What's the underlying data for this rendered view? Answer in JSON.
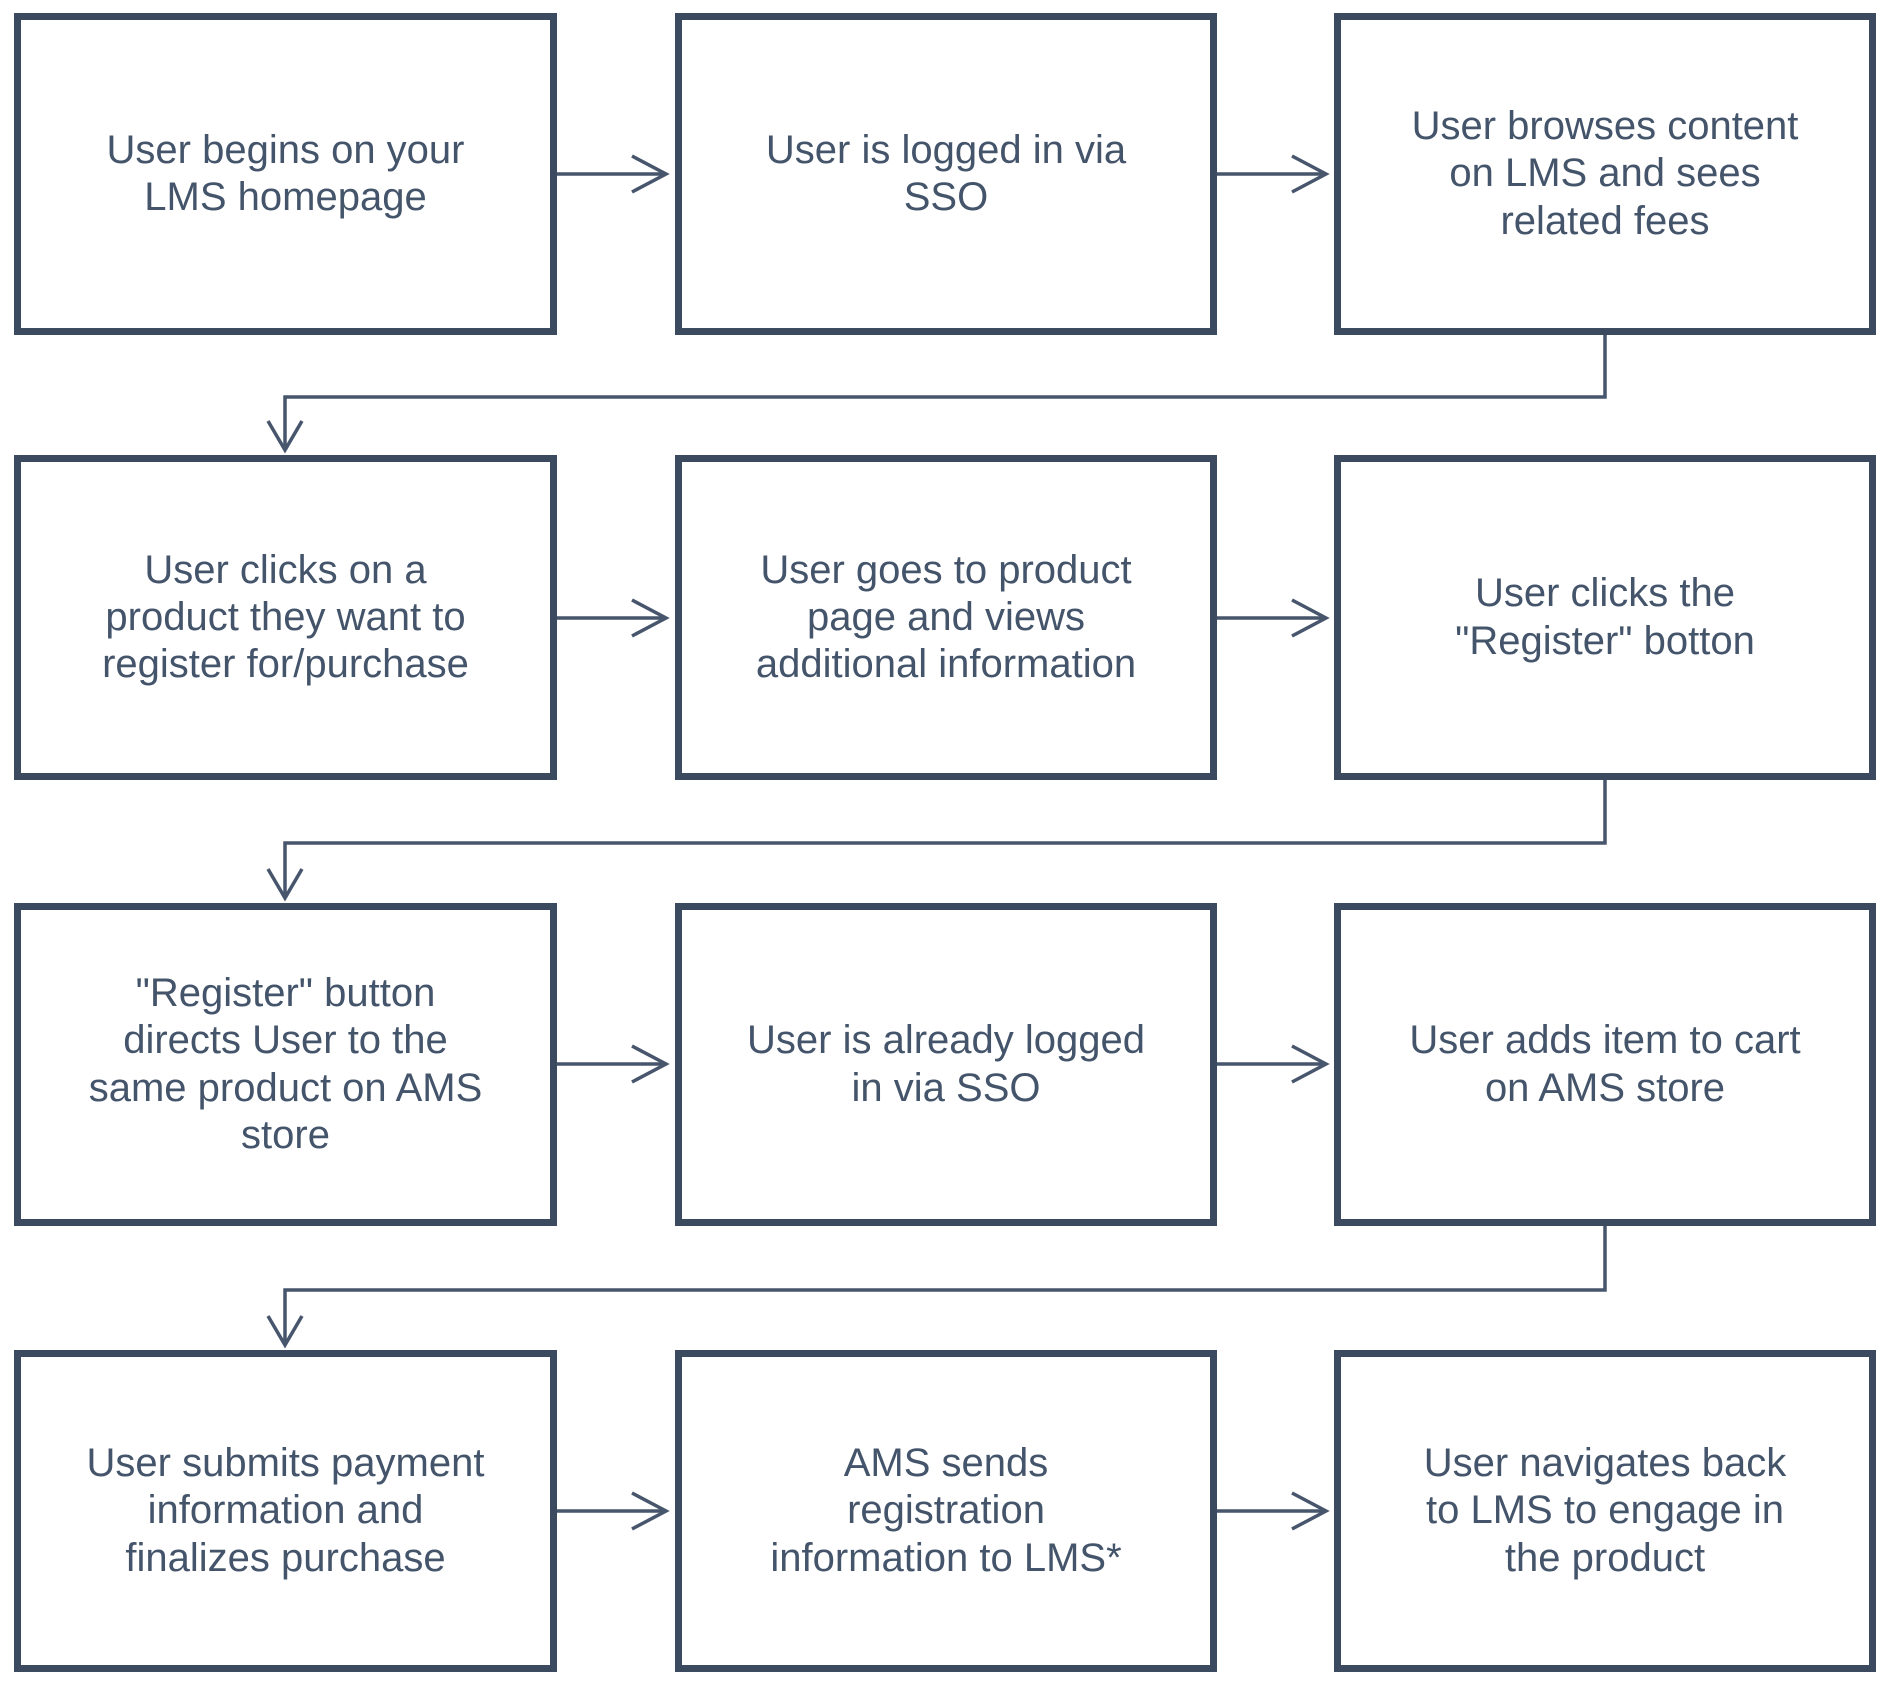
{
  "diagram": {
    "type": "flowchart",
    "colors": {
      "background": "#ffffff",
      "node_border": "#3b4a5e",
      "node_fill": "#ffffff",
      "text": "#44546a",
      "connector": "#47566c"
    },
    "nodes": [
      {
        "id": 1,
        "label": "User begins on your\nLMS homepage"
      },
      {
        "id": 2,
        "label": "User is logged in via\nSSO"
      },
      {
        "id": 3,
        "label": "User browses content\non LMS and sees\nrelated fees"
      },
      {
        "id": 4,
        "label": "User clicks on a\nproduct they want to\nregister for/purchase"
      },
      {
        "id": 5,
        "label": "User goes to product\npage and views\nadditional information"
      },
      {
        "id": 6,
        "label": "User clicks the\n\"Register\" botton"
      },
      {
        "id": 7,
        "label": "\"Register\" button\ndirects User to the\nsame product on AMS\nstore"
      },
      {
        "id": 8,
        "label": "User is already logged\nin via SSO"
      },
      {
        "id": 9,
        "label": "User adds item to cart\non AMS store"
      },
      {
        "id": 10,
        "label": "User submits payment\ninformation and\nfinalizes purchase"
      },
      {
        "id": 11,
        "label": "AMS sends\nregistration\ninformation to LMS*"
      },
      {
        "id": 12,
        "label": "User navigates back\nto LMS to engage in\nthe product"
      }
    ],
    "edges": [
      {
        "from": 1,
        "to": 2,
        "style": "straight"
      },
      {
        "from": 2,
        "to": 3,
        "style": "straight"
      },
      {
        "from": 3,
        "to": 4,
        "style": "elbow"
      },
      {
        "from": 4,
        "to": 5,
        "style": "straight"
      },
      {
        "from": 5,
        "to": 6,
        "style": "straight"
      },
      {
        "from": 6,
        "to": 7,
        "style": "elbow"
      },
      {
        "from": 7,
        "to": 8,
        "style": "straight"
      },
      {
        "from": 8,
        "to": 9,
        "style": "straight"
      },
      {
        "from": 9,
        "to": 10,
        "style": "elbow"
      },
      {
        "from": 10,
        "to": 11,
        "style": "straight"
      },
      {
        "from": 11,
        "to": 12,
        "style": "straight"
      }
    ]
  }
}
